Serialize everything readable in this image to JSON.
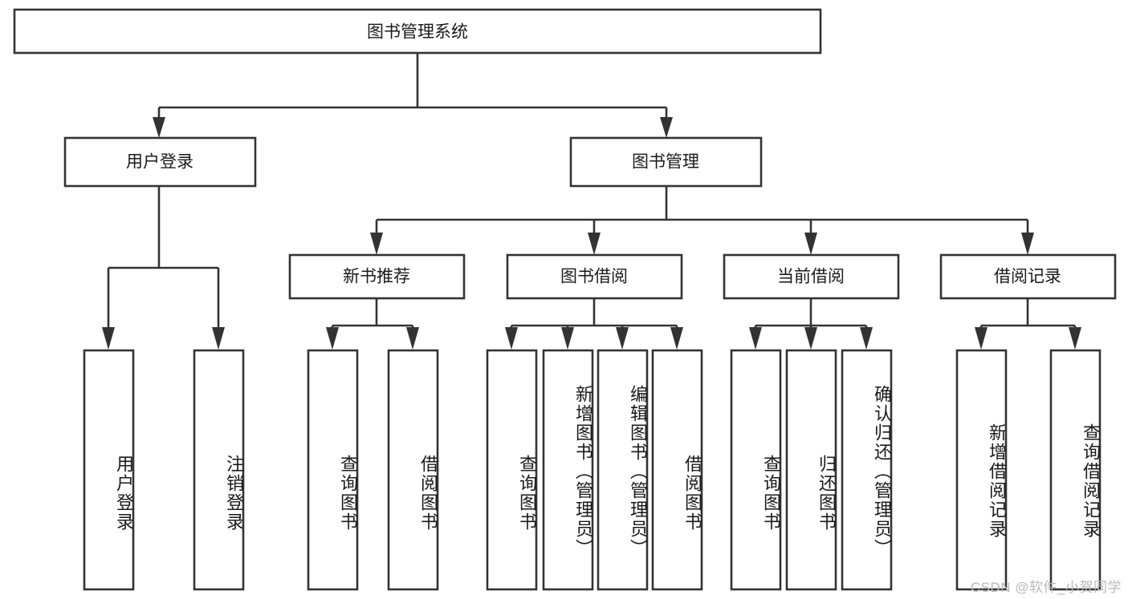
{
  "diagram": {
    "title": "图书管理系统",
    "type": "tree",
    "watermark": "CSDN @软件_小贺同学",
    "colors": {
      "stroke": "#333333",
      "box_fill": "#ffffff",
      "text": "#1a1a1a",
      "background": "#ffffff",
      "watermark": "#b8b8b8"
    },
    "root": {
      "label": "图书管理系统",
      "orientation": "horizontal"
    },
    "level2": [
      {
        "id": "user-login",
        "label": "用户登录",
        "orientation": "horizontal"
      },
      {
        "id": "book-management",
        "label": "图书管理",
        "orientation": "horizontal"
      }
    ],
    "level3": [
      {
        "id": "new-book-recommend",
        "label": "新书推荐",
        "orientation": "horizontal",
        "parent": "book-management"
      },
      {
        "id": "book-borrow",
        "label": "图书借阅",
        "orientation": "horizontal",
        "parent": "book-management"
      },
      {
        "id": "current-borrow",
        "label": "当前借阅",
        "orientation": "horizontal",
        "parent": "book-management"
      },
      {
        "id": "borrow-record",
        "label": "借阅记录",
        "orientation": "horizontal",
        "parent": "book-management"
      }
    ],
    "leaves": [
      {
        "id": "leaf-user-login",
        "label": "用户登录",
        "orientation": "vertical",
        "parent": "user-login"
      },
      {
        "id": "leaf-user-logout",
        "label": "注销登录",
        "orientation": "vertical",
        "parent": "user-login"
      },
      {
        "id": "leaf-query-book-1",
        "label": "查询图书",
        "orientation": "vertical",
        "parent": "new-book-recommend"
      },
      {
        "id": "leaf-borrow-book-1",
        "label": "借阅图书",
        "orientation": "vertical",
        "parent": "new-book-recommend"
      },
      {
        "id": "leaf-query-book-2",
        "label": "查询图书",
        "orientation": "vertical",
        "parent": "book-borrow"
      },
      {
        "id": "leaf-add-book",
        "label": "新增图书（管理员）",
        "orientation": "vertical",
        "parent": "book-borrow"
      },
      {
        "id": "leaf-edit-book",
        "label": "编辑图书（管理员）",
        "orientation": "vertical",
        "parent": "book-borrow"
      },
      {
        "id": "leaf-borrow-book-2",
        "label": "借阅图书",
        "orientation": "vertical",
        "parent": "book-borrow"
      },
      {
        "id": "leaf-query-book-3",
        "label": "查询图书",
        "orientation": "vertical",
        "parent": "current-borrow"
      },
      {
        "id": "leaf-return-book",
        "label": "归还图书",
        "orientation": "vertical",
        "parent": "current-borrow"
      },
      {
        "id": "leaf-confirm-return",
        "label": "确认归还（管理员）",
        "orientation": "vertical",
        "parent": "current-borrow"
      },
      {
        "id": "leaf-add-record",
        "label": "新增借阅记录",
        "orientation": "vertical",
        "parent": "borrow-record"
      },
      {
        "id": "leaf-query-record",
        "label": "查询借阅记录",
        "orientation": "vertical",
        "parent": "borrow-record"
      }
    ]
  }
}
